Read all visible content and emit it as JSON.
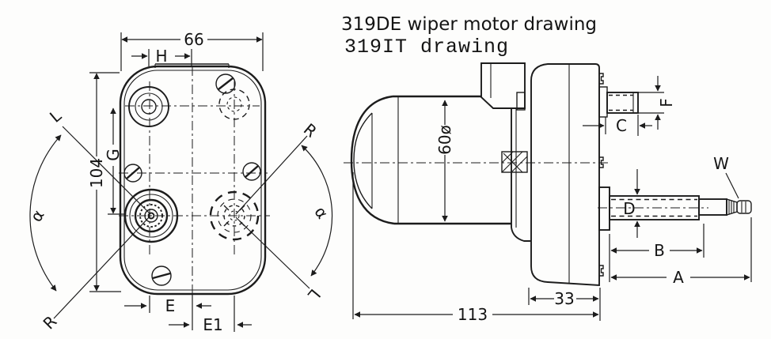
{
  "title": {
    "line1": "319DE wiper motor drawing",
    "line2": "319IT drawing"
  },
  "colors": {
    "ink": "#1c1c1c",
    "paper": "#ffffff"
  },
  "front_view": {
    "dims": {
      "overall_width": "66",
      "hole_offset": "H",
      "overall_height": "104",
      "shaft_offset": "G",
      "shaft_from_center": "E",
      "center_to_hidden_shaft": "E1"
    },
    "labels": {
      "link_top_left": "L",
      "link_bottom_left": "R",
      "sweep_left": "α",
      "link_top_right": "R",
      "link_bottom_right": "L",
      "sweep_right": "α"
    }
  },
  "side_view": {
    "dims": {
      "motor_diameter": "60ø",
      "stub_length": "C",
      "stub_diameter": "F",
      "shaft_diameter": "D",
      "shaft_thread_length": "B",
      "shaft_overall_length": "A",
      "gearbox_depth": "33",
      "overall_length": "113"
    },
    "labels": {
      "shaft_tip": "W"
    }
  }
}
